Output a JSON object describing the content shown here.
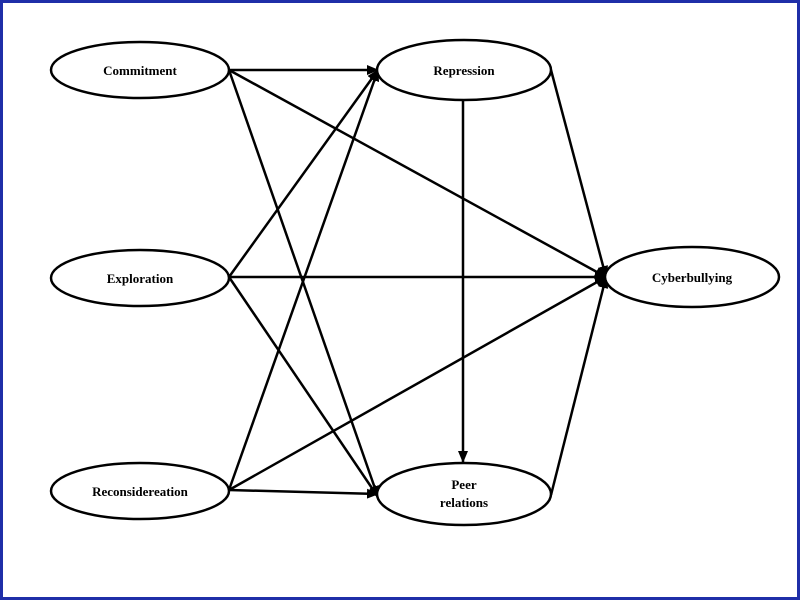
{
  "diagram": {
    "nodes": [
      {
        "id": "commitment",
        "label": "Commitment"
      },
      {
        "id": "exploration",
        "label": "Exploration"
      },
      {
        "id": "reconsideration",
        "label": "Reconsidereation"
      },
      {
        "id": "repression",
        "label": "Repression"
      },
      {
        "id": "peer_relations",
        "label_line1": "Peer",
        "label_line2": "relations"
      },
      {
        "id": "cyberbullying",
        "label": "Cyberbullying"
      }
    ],
    "edges": [
      {
        "from": "commitment",
        "to": "repression"
      },
      {
        "from": "commitment",
        "to": "cyberbullying"
      },
      {
        "from": "commitment",
        "to": "peer_relations"
      },
      {
        "from": "exploration",
        "to": "repression"
      },
      {
        "from": "exploration",
        "to": "cyberbullying"
      },
      {
        "from": "exploration",
        "to": "peer_relations"
      },
      {
        "from": "reconsideration",
        "to": "repression"
      },
      {
        "from": "reconsideration",
        "to": "cyberbullying"
      },
      {
        "from": "reconsideration",
        "to": "peer_relations"
      },
      {
        "from": "repression",
        "to": "peer_relations"
      },
      {
        "from": "repression",
        "to": "cyberbullying"
      },
      {
        "from": "peer_relations",
        "to": "cyberbullying"
      }
    ],
    "colors": {
      "frame": "#1f2fa8",
      "ink": "#000000",
      "background": "#ffffff"
    }
  }
}
